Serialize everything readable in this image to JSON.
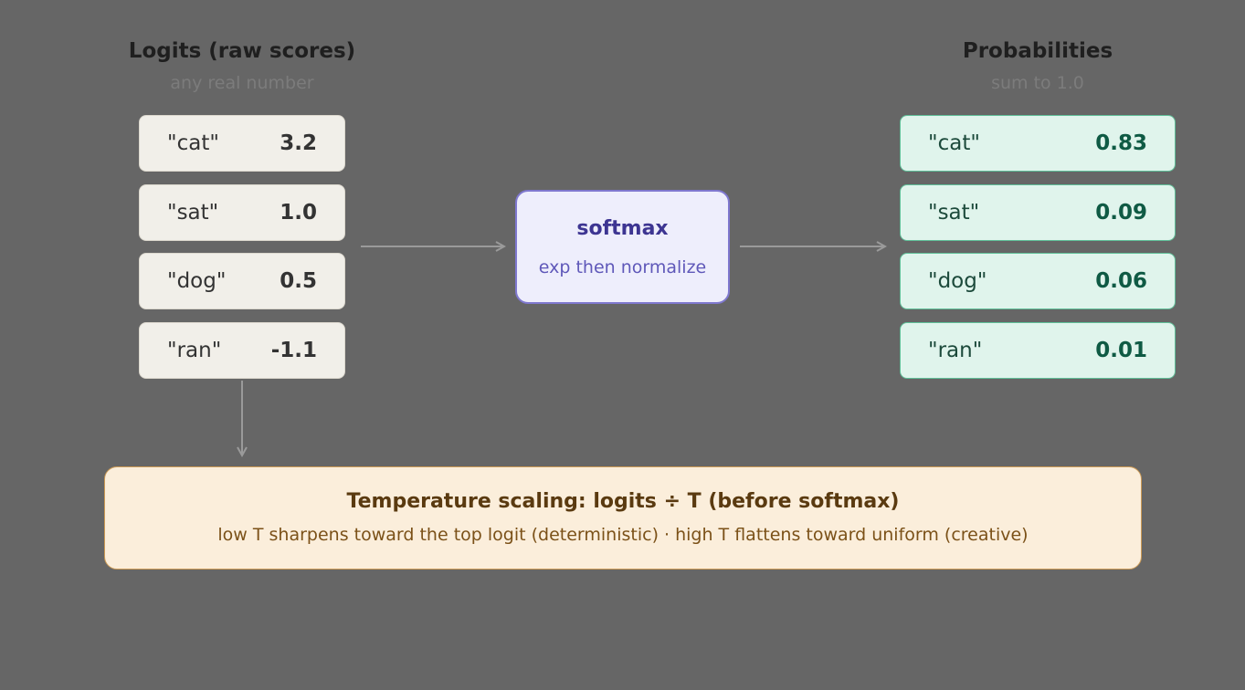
{
  "logits": {
    "title": "Logits (raw scores)",
    "subtitle": "any real number",
    "items": [
      {
        "token": "\"cat\"",
        "value": "3.2"
      },
      {
        "token": "\"sat\"",
        "value": "1.0"
      },
      {
        "token": "\"dog\"",
        "value": "0.5"
      },
      {
        "token": "\"ran\"",
        "value": "-1.1"
      }
    ]
  },
  "softmax": {
    "title": "softmax",
    "subtitle": "exp then normalize"
  },
  "probabilities": {
    "title": "Probabilities",
    "subtitle": "sum to 1.0",
    "items": [
      {
        "token": "\"cat\"",
        "value": "0.83"
      },
      {
        "token": "\"sat\"",
        "value": "0.09"
      },
      {
        "token": "\"dog\"",
        "value": "0.06"
      },
      {
        "token": "\"ran\"",
        "value": "0.01"
      }
    ]
  },
  "temperature": {
    "title": "Temperature scaling: logits ÷ T (before softmax)",
    "subtitle": "low T sharpens toward the top logit (deterministic) · high T flattens toward uniform (creative)"
  },
  "colors": {
    "background": "#666666",
    "logit_box": "#f1efe9",
    "prob_box": "#e0f4ec",
    "prob_border": "#5fbf98",
    "softmax_box": "#eeeefc",
    "softmax_border": "#7f78cf",
    "temperature_box": "#fbeedb",
    "temperature_border": "#cc9a55",
    "arrow": "#9a9a9a"
  }
}
